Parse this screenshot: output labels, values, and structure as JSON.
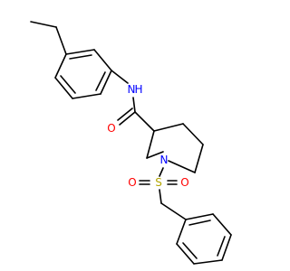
{
  "colors": {
    "bond": "#000000",
    "carbon": "#000000",
    "nitrogen": "#0000ff",
    "oxygen": "#ff0000",
    "sulfur": "#b3a600",
    "background": "#ffffff"
  },
  "atoms": {
    "amide_nh": {
      "text": "N",
      "sub": "H",
      "element": "nitrogen"
    },
    "amide_o": {
      "text": "O",
      "element": "oxygen"
    },
    "ring_n": {
      "text": "N",
      "element": "nitrogen"
    },
    "sulfur": {
      "text": "S",
      "element": "sulfur"
    },
    "sulfonyl_o_left": {
      "text": "O",
      "element": "oxygen"
    },
    "sulfonyl_o_right": {
      "text": "O",
      "element": "oxygen"
    }
  }
}
